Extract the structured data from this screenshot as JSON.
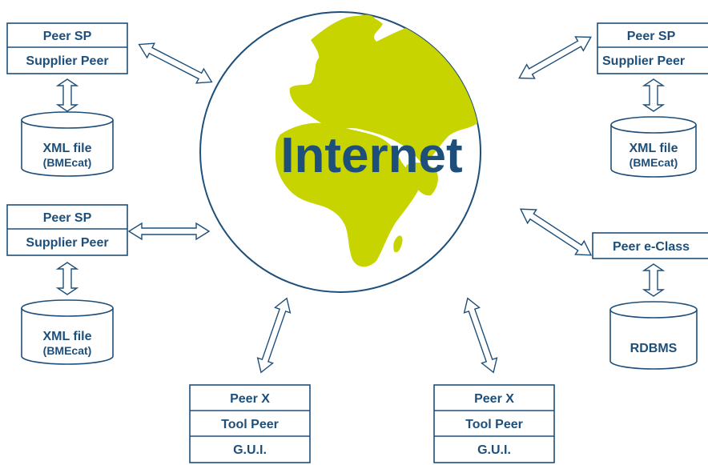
{
  "globe": {
    "label": "Internet",
    "land_color": "#c8d400",
    "ink_color": "#1d4f7a"
  },
  "peers": {
    "sp_top_left": {
      "title": "Peer SP",
      "subtitle": "Supplier Peer"
    },
    "sp_mid_left": {
      "title": "Peer SP",
      "subtitle": "Supplier Peer"
    },
    "sp_top_right": {
      "title": "Peer SP",
      "subtitle": "Supplier Peer"
    },
    "eclass": {
      "title": "Peer e-Class"
    },
    "x_left": {
      "title": "Peer X",
      "subtitle": "Tool Peer",
      "footer": "G.U.I."
    },
    "x_right": {
      "title": "Peer X",
      "subtitle": "Tool Peer",
      "footer": "G.U.I."
    }
  },
  "databases": {
    "xml_top_left": {
      "line1": "XML file",
      "line2": "(BMEcat)"
    },
    "xml_mid_left": {
      "line1": "XML file",
      "line2": "(BMEcat)"
    },
    "xml_top_right": {
      "line1": "XML file",
      "line2": "(BMEcat)"
    },
    "rdbms": {
      "line1": "RDBMS"
    }
  }
}
